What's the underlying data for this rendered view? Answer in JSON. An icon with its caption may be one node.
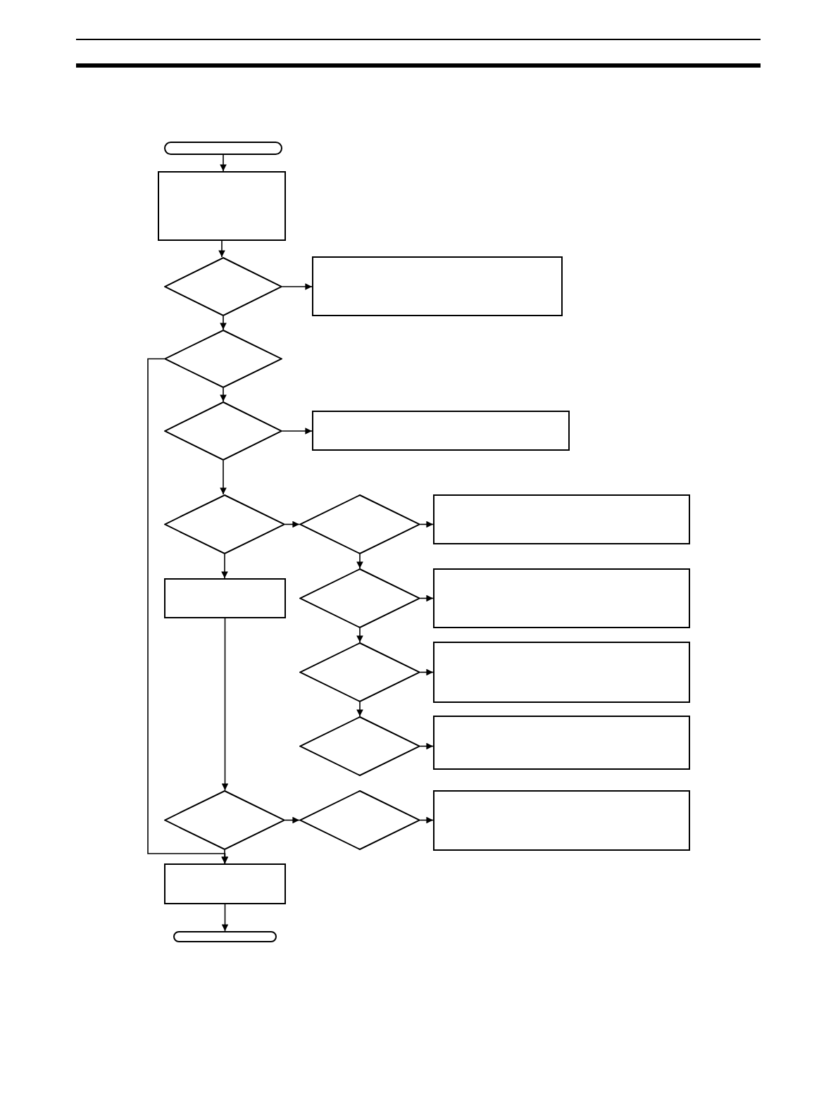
{
  "diagram": {
    "nodes": [
      {
        "text": [],
        "shape": "pill"
      },
      {
        "text": [],
        "shape": "box"
      },
      {
        "text": [],
        "shape": "diamond"
      },
      {
        "text": [],
        "shape": "box"
      },
      {
        "text": [],
        "shape": "diamond"
      },
      {
        "text": [],
        "shape": "diamond"
      },
      {
        "text": [],
        "shape": "box"
      },
      {
        "text": [],
        "shape": "diamond"
      },
      {
        "text": [],
        "shape": "diamond"
      },
      {
        "text": [],
        "shape": "box"
      },
      {
        "text": [],
        "shape": "box"
      },
      {
        "text": [],
        "shape": "diamond"
      },
      {
        "text": [],
        "shape": "box"
      },
      {
        "text": [],
        "shape": "diamond"
      },
      {
        "text": [],
        "shape": "box"
      },
      {
        "text": [],
        "shape": "diamond"
      },
      {
        "text": [],
        "shape": "box"
      },
      {
        "text": [],
        "shape": "diamond"
      },
      {
        "text": [],
        "shape": "diamond"
      },
      {
        "text": [],
        "shape": "box"
      },
      {
        "text": [],
        "shape": "box"
      },
      {
        "text": [],
        "shape": "pill"
      }
    ],
    "edges": [
      {
        "from": 0,
        "to": 1,
        "arrow": "to"
      },
      {
        "from": 1,
        "to": 2,
        "arrow": "to"
      },
      {
        "from": 2,
        "to": 3,
        "arrow": "to"
      },
      {
        "from": 2,
        "to": 4,
        "arrow": "to"
      },
      {
        "from": 4,
        "to": 5,
        "arrow": "to"
      },
      {
        "from": 4,
        "to": 20,
        "arrow": "to"
      },
      {
        "from": 5,
        "to": 6,
        "arrow": "to"
      },
      {
        "from": 5,
        "to": 7,
        "arrow": "to"
      },
      {
        "from": 7,
        "to": 8,
        "arrow": "to"
      },
      {
        "from": 8,
        "to": 9,
        "arrow": "to"
      },
      {
        "from": 7,
        "to": 10,
        "arrow": "to"
      },
      {
        "from": 8,
        "to": 11,
        "arrow": "to"
      },
      {
        "from": 11,
        "to": 12,
        "arrow": "to"
      },
      {
        "from": 11,
        "to": 13,
        "arrow": "to"
      },
      {
        "from": 13,
        "to": 14,
        "arrow": "to"
      },
      {
        "from": 13,
        "to": 15,
        "arrow": "to"
      },
      {
        "from": 15,
        "to": 16,
        "arrow": "to"
      },
      {
        "from": 10,
        "to": 17,
        "arrow": "to"
      },
      {
        "from": 17,
        "to": 18,
        "arrow": "to"
      },
      {
        "from": 18,
        "to": 19,
        "arrow": "to"
      },
      {
        "from": 17,
        "to": 20,
        "arrow": "to"
      },
      {
        "from": 20,
        "to": 21,
        "arrow": "to"
      }
    ]
  }
}
